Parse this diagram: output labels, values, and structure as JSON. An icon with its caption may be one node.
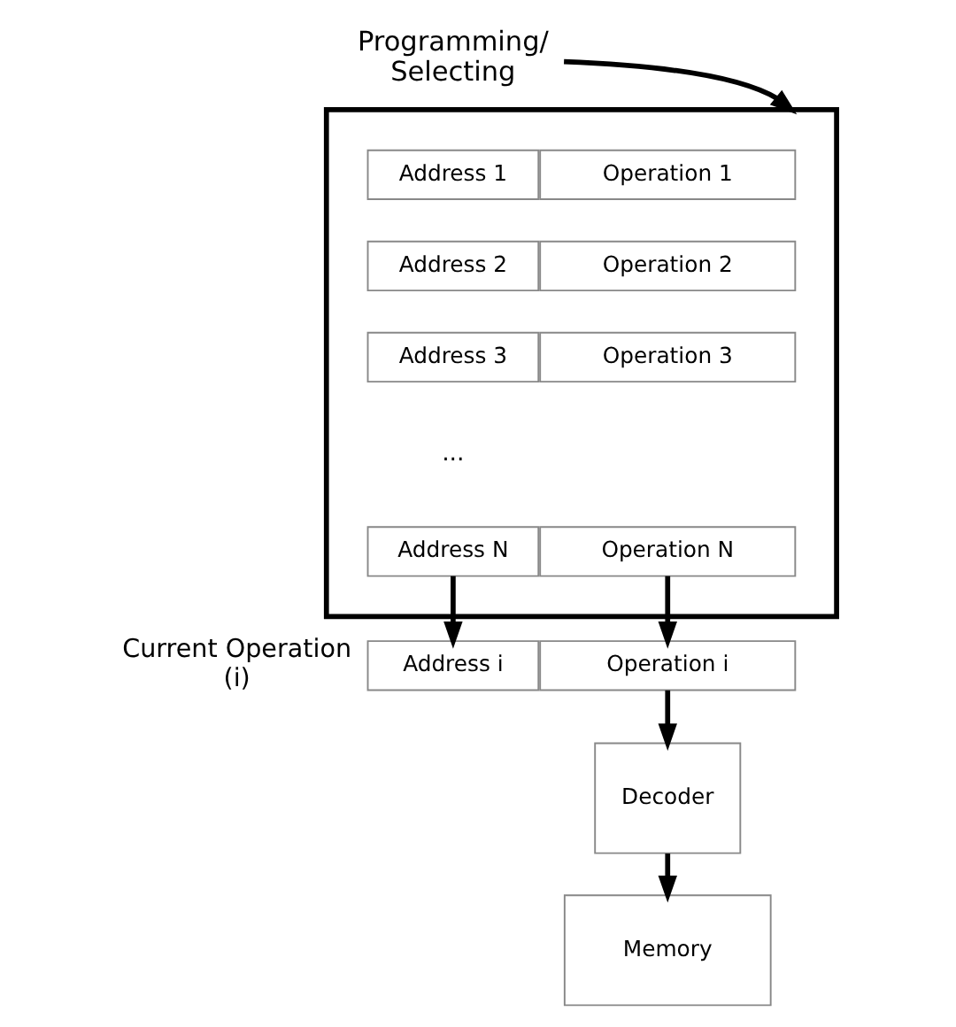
{
  "diagram": {
    "nodes": [
      {
        "text": [
          "Programming/ Selecting"
        ]
      },
      {
        "text": [],
        "shape": "box"
      },
      {
        "text": [
          "Address 1"
        ],
        "in": 1
      },
      {
        "text": [
          "Operation 1"
        ],
        "in": 1
      },
      {
        "text": [
          "Address 2"
        ],
        "in": 1
      },
      {
        "text": [
          "Operation 2"
        ],
        "in": 1
      },
      {
        "text": [
          "Address 3"
        ],
        "in": 1
      },
      {
        "text": [
          "Operation 3"
        ],
        "in": 1
      },
      {
        "text": [
          "Address N"
        ],
        "in": 1
      },
      {
        "text": [
          "Operation N"
        ],
        "in": 1
      },
      {
        "text": [
          "Address i"
        ],
        "beside": [
          "Current Operation (i)"
        ]
      },
      {
        "text": [
          "Operation i"
        ]
      },
      {
        "text": [
          "Decoder"
        ]
      },
      {
        "text": [
          "Memory"
        ]
      }
    ],
    "edges": [
      {
        "from": 0,
        "to": 1,
        "arrow": "to"
      },
      {
        "from": 8,
        "to": 10,
        "arrow": "to"
      },
      {
        "from": 9,
        "to": 11,
        "arrow": "to"
      },
      {
        "from": 11,
        "to": 12,
        "arrow": "to"
      },
      {
        "from": 12,
        "to": 13,
        "arrow": "to"
      }
    ],
    "labels": [
      "..."
    ]
  }
}
